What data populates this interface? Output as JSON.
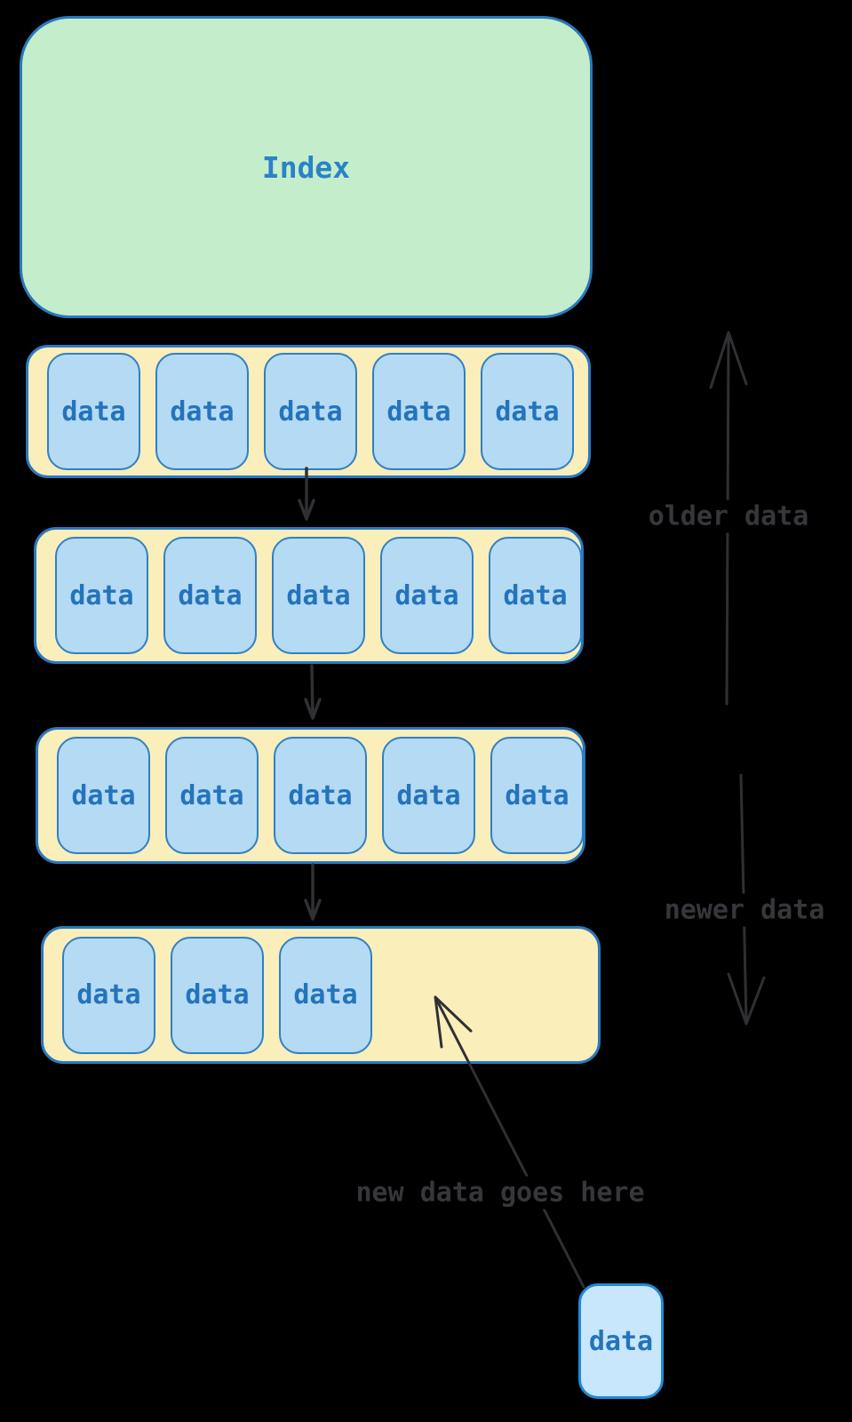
{
  "index": {
    "label": "Index"
  },
  "rows": [
    {
      "cells": [
        "data",
        "data",
        "data",
        "data",
        "data"
      ]
    },
    {
      "cells": [
        "data",
        "data",
        "data",
        "data",
        "data"
      ]
    },
    {
      "cells": [
        "data",
        "data",
        "data",
        "data",
        "data"
      ]
    },
    {
      "cells": [
        "data",
        "data",
        "data"
      ]
    }
  ],
  "annotations": {
    "older": "older data",
    "newer": "newer data",
    "new_data": "new data goes here"
  },
  "new_item": {
    "label": "data"
  },
  "colors": {
    "background": "#000000",
    "index_fill": "#c4eecb",
    "row_fill": "#faeebb",
    "cell_fill": "#b5daf4",
    "new_cell_fill": "#c8e6fc",
    "box_border_blue": "#2979bd",
    "new_cell_border": "#1f8ad6",
    "text_blue": "#2374bc",
    "annotation_gray": "#36363b"
  }
}
